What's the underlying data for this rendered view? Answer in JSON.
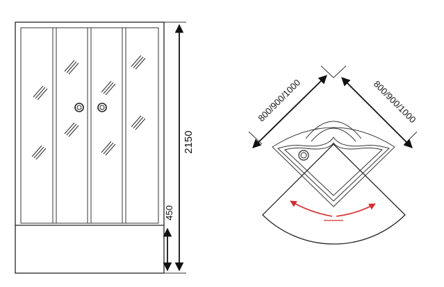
{
  "dimensions": {
    "total_height": "2150",
    "tray_height": "450",
    "side_a": "800/900/1000",
    "side_b": "800/900/1000"
  },
  "colors": {
    "line": "#222222",
    "arrow_red": "#d32f2f",
    "background": "#ffffff"
  }
}
